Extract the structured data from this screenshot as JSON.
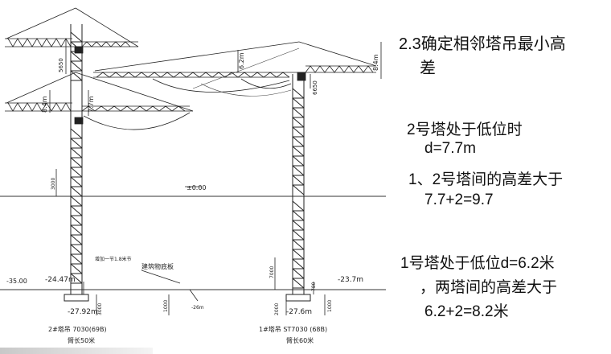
{
  "heading": {
    "line1": "2.3确定相邻塔吊最小高",
    "line2": "差"
  },
  "block1": {
    "line1": "2号塔处于低位时",
    "line2": "d=7.7m"
  },
  "block2": {
    "line1": "1、2号塔间的高差大于",
    "line2": "7.7+2=9.7"
  },
  "block3": {
    "line1": "1号塔处于低位d=6.2米",
    "line2": "，两塔间的高差大于",
    "line3": "6.2+2=8.2米"
  },
  "drawing": {
    "left_crane_label": "2#塔吊 7030(69B)",
    "left_crane_arm": "臂长50米",
    "right_crane_label": "1#塔吊 ST7030 (68B)",
    "right_crane_arm": "臂长60米",
    "level_zero": "±0.00",
    "left_ground": "-35.00",
    "left_base": "-24.47m",
    "left_foundation": "-27.92m",
    "right_base": "-23.7m",
    "right_foundation": "-27.6m",
    "building_floor": "建筑物底板",
    "add_section": "增加一节1.8米节",
    "dim_8_4_left": "8.4m",
    "dim_7_7": "7.7m",
    "dim_6_2": "6.2m",
    "dim_8_4_right": "8.4m",
    "dim_5650_left": "5650",
    "dim_6650_right": "6650",
    "dim_3000_left": "3000",
    "dim_7000": "7000",
    "dim_3000_bottom": "3000",
    "dim_1000_left": "1000",
    "dim_1000_right": "1000",
    "dim_2000": "2000",
    "dim_780": "780",
    "level_minus_26": "-26m"
  }
}
